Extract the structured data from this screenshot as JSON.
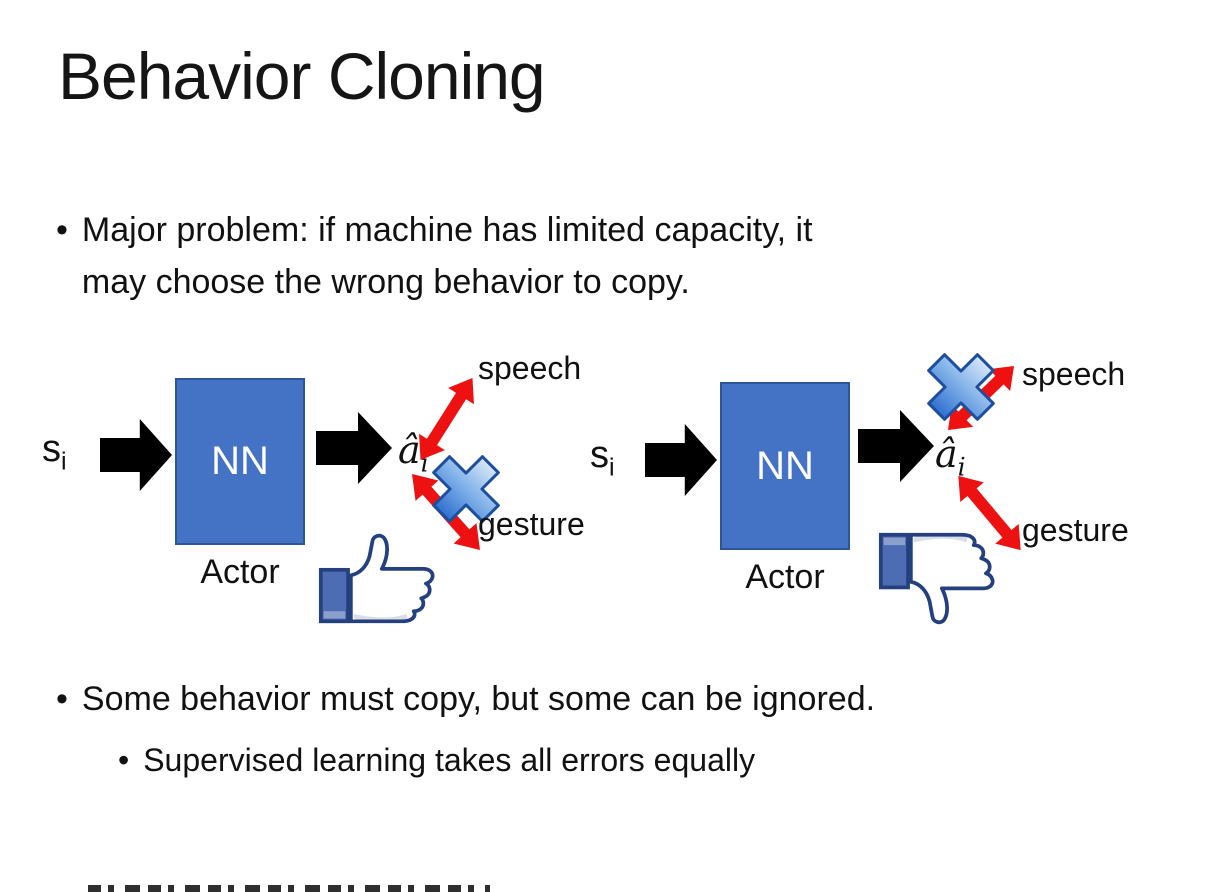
{
  "slide": {
    "title": "Behavior Cloning",
    "bullets": {
      "marker": "•",
      "b1_line1": "Major problem: if machine has limited capacity, it",
      "b1_line2": "may choose the wrong behavior to copy.",
      "b2": "Some behavior must copy, but some can be ignored.",
      "b2_sub": "Supervised learning takes all errors equally"
    }
  },
  "diagrams": [
    {
      "input": "s",
      "input_sub": "i",
      "box_label": "NN",
      "caption": "Actor",
      "output": "â",
      "output_sub": "i",
      "branch_top": "speech",
      "branch_bottom": "gesture",
      "crossed_out": "gesture",
      "feedback_icon": "thumbs-up"
    },
    {
      "input": "s",
      "input_sub": "i",
      "box_label": "NN",
      "caption": "Actor",
      "output": "â",
      "output_sub": "i",
      "branch_top": "speech",
      "branch_bottom": "gesture",
      "crossed_out": "speech",
      "feedback_icon": "thumbs-down"
    }
  ],
  "colors": {
    "nn_fill": "#4472C4",
    "nn_border": "#2F5597",
    "block_arrow": "#000000",
    "red_arrow": "#EE1111",
    "cross_light": "#D6E6F8",
    "cross_dark": "#2F6FD0",
    "cross_border": "#1D4F9E",
    "thumb_outline": "#24407E",
    "thumb_cuff": "#4D6CB3"
  }
}
